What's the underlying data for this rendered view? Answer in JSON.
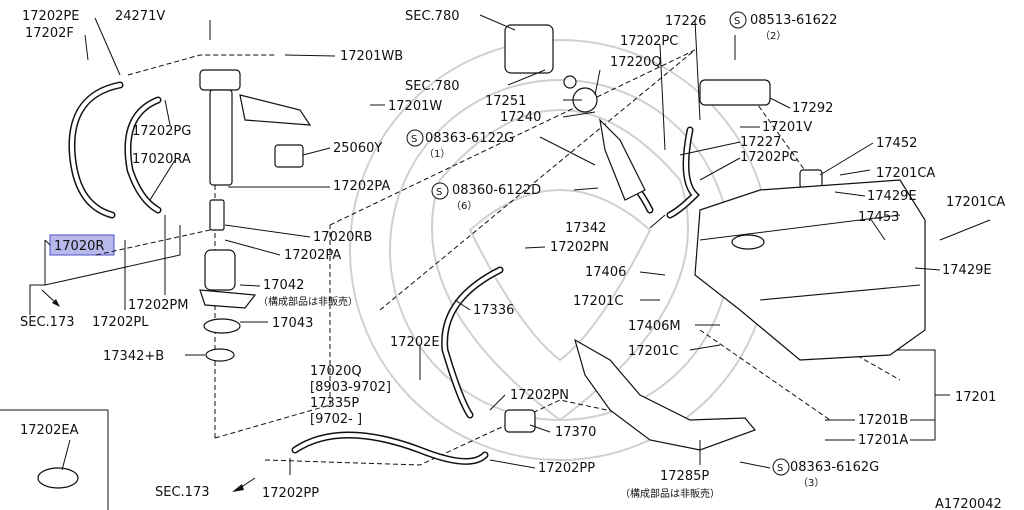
{
  "diagram_code": "A1720042",
  "not_sold_note": "構成部品は非販売",
  "labels": [
    {
      "id": "l1",
      "text": "17202PE"
    },
    {
      "id": "l2",
      "text": "17202F"
    },
    {
      "id": "l3",
      "text": "24271V"
    },
    {
      "id": "l4",
      "text": "17201WB"
    },
    {
      "id": "l5",
      "text": "17202PG"
    },
    {
      "id": "l6",
      "text": "17020RA"
    },
    {
      "id": "l7",
      "text": "17201W"
    },
    {
      "id": "l8",
      "text": "25060Y"
    },
    {
      "id": "l9",
      "text": "17202PA"
    },
    {
      "id": "l10",
      "text": "17020R",
      "highlighted": true
    },
    {
      "id": "l11",
      "text": "17020RB"
    },
    {
      "id": "l12",
      "text": "17202PA"
    },
    {
      "id": "l13",
      "text": "17042"
    },
    {
      "id": "l14",
      "text": "（構成部品は非販売）"
    },
    {
      "id": "l15",
      "text": "17202PM"
    },
    {
      "id": "l16",
      "text": "SEC.173"
    },
    {
      "id": "l17",
      "text": "17202PL"
    },
    {
      "id": "l18",
      "text": "17043"
    },
    {
      "id": "l19",
      "text": "17342+B"
    },
    {
      "id": "l20",
      "text": "SEC.780"
    },
    {
      "id": "l21",
      "text": "SEC.780"
    },
    {
      "id": "l22",
      "text": "17220Q"
    },
    {
      "id": "l23",
      "text": "17251"
    },
    {
      "id": "l24",
      "text": "17240"
    },
    {
      "id": "l25",
      "text": "08363-6122G"
    },
    {
      "id": "l26",
      "text": "（1）"
    },
    {
      "id": "l27",
      "text": "08360-6122D"
    },
    {
      "id": "l28",
      "text": "（6）"
    },
    {
      "id": "l29",
      "text": "17226"
    },
    {
      "id": "l30",
      "text": "08513-61622"
    },
    {
      "id": "l31",
      "text": "（2）"
    },
    {
      "id": "l32",
      "text": "17202PC"
    },
    {
      "id": "l33",
      "text": "17292"
    },
    {
      "id": "l34",
      "text": "17201V"
    },
    {
      "id": "l35",
      "text": "17227"
    },
    {
      "id": "l36",
      "text": "17202PC"
    },
    {
      "id": "l37",
      "text": "17452"
    },
    {
      "id": "l38",
      "text": "17201CA"
    },
    {
      "id": "l39",
      "text": "17429E"
    },
    {
      "id": "l40",
      "text": "17201CA"
    },
    {
      "id": "l41",
      "text": "17453"
    },
    {
      "id": "l42",
      "text": "17429E"
    },
    {
      "id": "l43",
      "text": "17342"
    },
    {
      "id": "l44",
      "text": "17202PN"
    },
    {
      "id": "l45",
      "text": "17406"
    },
    {
      "id": "l46",
      "text": "17201C"
    },
    {
      "id": "l47",
      "text": "17336"
    },
    {
      "id": "l48",
      "text": "17406M"
    },
    {
      "id": "l49",
      "text": "17202E"
    },
    {
      "id": "l50",
      "text": "17201C"
    },
    {
      "id": "l51",
      "text": "17020Q"
    },
    {
      "id": "l52",
      "text": "[8903-9702]"
    },
    {
      "id": "l53",
      "text": "17335P"
    },
    {
      "id": "l54",
      "text": "[9702-     ]"
    },
    {
      "id": "l55",
      "text": "17202PN"
    },
    {
      "id": "l56",
      "text": "17201"
    },
    {
      "id": "l57",
      "text": "17370"
    },
    {
      "id": "l58",
      "text": "17201B"
    },
    {
      "id": "l59",
      "text": "17201A"
    },
    {
      "id": "l60",
      "text": "17202PP"
    },
    {
      "id": "l61",
      "text": "17285P"
    },
    {
      "id": "l62",
      "text": "（構成部品は非販売）"
    },
    {
      "id": "l63",
      "text": "08363-6162G"
    },
    {
      "id": "l64",
      "text": "（3）"
    },
    {
      "id": "l65",
      "text": "SEC.173"
    },
    {
      "id": "l66",
      "text": "17202PP"
    },
    {
      "id": "l67",
      "text": "17202EA"
    },
    {
      "id": "l68",
      "text": "A1720042"
    }
  ],
  "s_markers": [
    "S",
    "S",
    "S",
    "S"
  ]
}
